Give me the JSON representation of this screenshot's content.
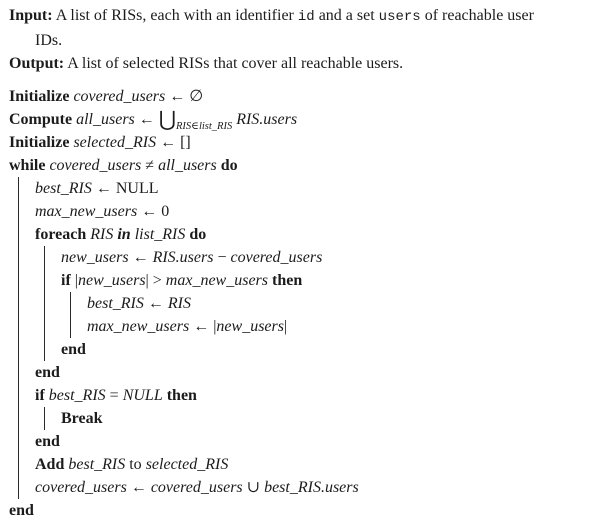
{
  "page": {
    "background": "#ffffff",
    "text_color": "#1c1c1c",
    "rule_color": "#2a2a2a"
  },
  "algorithm": {
    "header_lines": [
      {
        "hang": false,
        "bars": 0,
        "segments": [
          {
            "style": "kw",
            "text": "Input:"
          },
          {
            "style": "plain",
            "text": " A list of RISs, each with an identifier "
          },
          {
            "style": "mono",
            "text": "id"
          },
          {
            "style": "plain",
            "text": " and a set "
          },
          {
            "style": "mono",
            "text": "users"
          },
          {
            "style": "plain",
            "text": " of reachable user"
          }
        ]
      },
      {
        "hang": true,
        "bars": 0,
        "segments": [
          {
            "style": "plain",
            "text": "IDs."
          }
        ]
      },
      {
        "hang": false,
        "bars": 0,
        "segments": [
          {
            "style": "kw",
            "text": "Output:"
          },
          {
            "style": "plain",
            "text": " A list of selected RISs that cover all reachable users."
          }
        ]
      }
    ],
    "body_lines": [
      {
        "bars": 0,
        "segments": [
          {
            "style": "kw",
            "text": "Initialize"
          },
          {
            "style": "plain",
            "text": " "
          },
          {
            "style": "var",
            "text": "covered_users"
          },
          {
            "style": "plain",
            "text": " ← ∅"
          }
        ]
      },
      {
        "bars": 0,
        "segments": [
          {
            "style": "kw",
            "text": "Compute"
          },
          {
            "style": "plain",
            "text": " "
          },
          {
            "style": "var",
            "text": "all_users"
          },
          {
            "style": "plain",
            "text": " ← "
          },
          {
            "style": "big",
            "text": "⋃"
          },
          {
            "style": "sub",
            "text": "RIS∈list_RIS"
          },
          {
            "style": "plain",
            "text": " "
          },
          {
            "style": "var",
            "text": "RIS.users"
          }
        ]
      },
      {
        "bars": 0,
        "segments": [
          {
            "style": "kw",
            "text": "Initialize"
          },
          {
            "style": "plain",
            "text": " "
          },
          {
            "style": "var",
            "text": "selected_RIS"
          },
          {
            "style": "plain",
            "text": " ← []"
          }
        ]
      },
      {
        "bars": 0,
        "segments": [
          {
            "style": "kw",
            "text": "while"
          },
          {
            "style": "plain",
            "text": " "
          },
          {
            "style": "var",
            "text": "covered_users"
          },
          {
            "style": "plain",
            "text": " ≠ "
          },
          {
            "style": "var",
            "text": "all_users"
          },
          {
            "style": "plain",
            "text": " "
          },
          {
            "style": "kw",
            "text": "do"
          }
        ]
      },
      {
        "bars": 1,
        "segments": [
          {
            "style": "var",
            "text": "best_RIS"
          },
          {
            "style": "plain",
            "text": " ← NULL"
          }
        ]
      },
      {
        "bars": 1,
        "segments": [
          {
            "style": "var",
            "text": "max_new_users"
          },
          {
            "style": "plain",
            "text": " ← 0"
          }
        ]
      },
      {
        "bars": 1,
        "segments": [
          {
            "style": "kw",
            "text": "foreach"
          },
          {
            "style": "plain",
            "text": " "
          },
          {
            "style": "var",
            "text": "RIS"
          },
          {
            "style": "plain",
            "text": " "
          },
          {
            "style": "kwit",
            "text": "in"
          },
          {
            "style": "plain",
            "text": " "
          },
          {
            "style": "var",
            "text": "list_RIS"
          },
          {
            "style": "plain",
            "text": " "
          },
          {
            "style": "kw",
            "text": "do"
          }
        ]
      },
      {
        "bars": 2,
        "segments": [
          {
            "style": "var",
            "text": "new_users"
          },
          {
            "style": "plain",
            "text": " ← "
          },
          {
            "style": "var",
            "text": "RIS.users"
          },
          {
            "style": "plain",
            "text": " − "
          },
          {
            "style": "var",
            "text": "covered_users"
          }
        ]
      },
      {
        "bars": 2,
        "segments": [
          {
            "style": "kw",
            "text": "if"
          },
          {
            "style": "plain",
            "text": " |"
          },
          {
            "style": "var",
            "text": "new_users"
          },
          {
            "style": "plain",
            "text": "| > "
          },
          {
            "style": "var",
            "text": "max_new_users"
          },
          {
            "style": "plain",
            "text": " "
          },
          {
            "style": "kw",
            "text": "then"
          }
        ]
      },
      {
        "bars": 3,
        "segments": [
          {
            "style": "var",
            "text": "best_RIS"
          },
          {
            "style": "plain",
            "text": " ← "
          },
          {
            "style": "var",
            "text": "RIS"
          }
        ]
      },
      {
        "bars": 3,
        "segments": [
          {
            "style": "var",
            "text": "max_new_users"
          },
          {
            "style": "plain",
            "text": " ← |"
          },
          {
            "style": "var",
            "text": "new_users"
          },
          {
            "style": "plain",
            "text": "|"
          }
        ]
      },
      {
        "bars": 2,
        "segments": [
          {
            "style": "kw",
            "text": "end"
          }
        ]
      },
      {
        "bars": 1,
        "segments": [
          {
            "style": "kw",
            "text": "end"
          }
        ]
      },
      {
        "bars": 1,
        "segments": [
          {
            "style": "kw",
            "text": "if"
          },
          {
            "style": "plain",
            "text": " "
          },
          {
            "style": "var",
            "text": "best_RIS"
          },
          {
            "style": "plain",
            "text": " = "
          },
          {
            "style": "var",
            "text": "NULL"
          },
          {
            "style": "plain",
            "text": " "
          },
          {
            "style": "kw",
            "text": "then"
          }
        ]
      },
      {
        "bars": 2,
        "segments": [
          {
            "style": "kw",
            "text": "Break"
          }
        ]
      },
      {
        "bars": 1,
        "segments": [
          {
            "style": "kw",
            "text": "end"
          }
        ]
      },
      {
        "bars": 1,
        "segments": [
          {
            "style": "kw",
            "text": "Add"
          },
          {
            "style": "plain",
            "text": " "
          },
          {
            "style": "var",
            "text": "best_RIS"
          },
          {
            "style": "plain",
            "text": " to "
          },
          {
            "style": "var",
            "text": "selected_RIS"
          }
        ]
      },
      {
        "bars": 1,
        "segments": [
          {
            "style": "var",
            "text": "covered_users"
          },
          {
            "style": "plain",
            "text": " ← "
          },
          {
            "style": "var",
            "text": "covered_users"
          },
          {
            "style": "plain",
            "text": " ∪ "
          },
          {
            "style": "var",
            "text": "best_RIS.users"
          }
        ]
      },
      {
        "bars": 0,
        "segments": [
          {
            "style": "kw",
            "text": "end"
          }
        ]
      }
    ]
  }
}
